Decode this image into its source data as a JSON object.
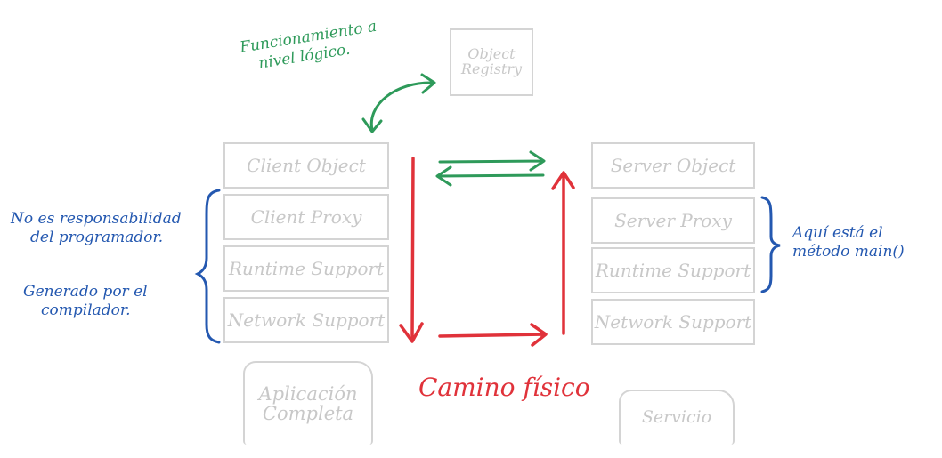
{
  "colors": {
    "blue": "#2458b0",
    "green": "#2e9a5a",
    "red": "#e0323a",
    "box_border": "#d4d4d4",
    "box_text": "#c8c8c8"
  },
  "registry": {
    "line1": "Object",
    "line2": "Registry"
  },
  "client_stack": [
    "Client Object",
    "Client Proxy",
    "Runtime Support",
    "Network Support"
  ],
  "server_stack": [
    "Server Object",
    "Server Proxy",
    "Runtime Support",
    "Network Support"
  ],
  "client_app": {
    "line1": "Aplicación",
    "line2": "Completa"
  },
  "server_app": {
    "label": "Servicio"
  },
  "notes": {
    "green_line1": "Funcionamiento a",
    "green_line2": "nivel lógico.",
    "blue_left_1a": "No es responsabilidad",
    "blue_left_1b": "del programador.",
    "blue_left_2a": "Generado por el",
    "blue_left_2b": "compilador.",
    "blue_right_a": "Aquí está el",
    "blue_right_b": "método main()",
    "red_label": "Camino físico"
  }
}
